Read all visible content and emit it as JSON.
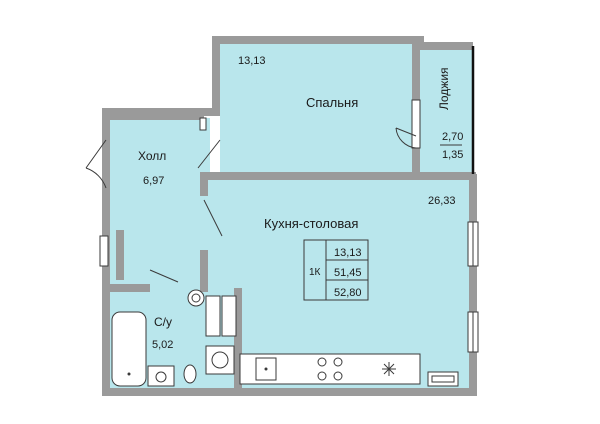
{
  "rooms": {
    "bedroom": {
      "name": "Спальня",
      "area": "13,13"
    },
    "loggia": {
      "name": "Лоджия",
      "area_full": "2,70",
      "area_reduced": "1,35"
    },
    "hall": {
      "name": "Холл",
      "area": "6,97"
    },
    "kitchen": {
      "name": "Кухня-столовая",
      "area": "26,33"
    },
    "bathroom": {
      "name": "С/у",
      "area": "5,02"
    }
  },
  "summary": {
    "rooms_count": "1К",
    "living_area": "13,13",
    "total_area_reduced": "51,45",
    "total_area": "52,80"
  },
  "colors": {
    "floor": "#b9e6ec",
    "wall": "#9a9a9a",
    "line": "#3a3a3a"
  }
}
